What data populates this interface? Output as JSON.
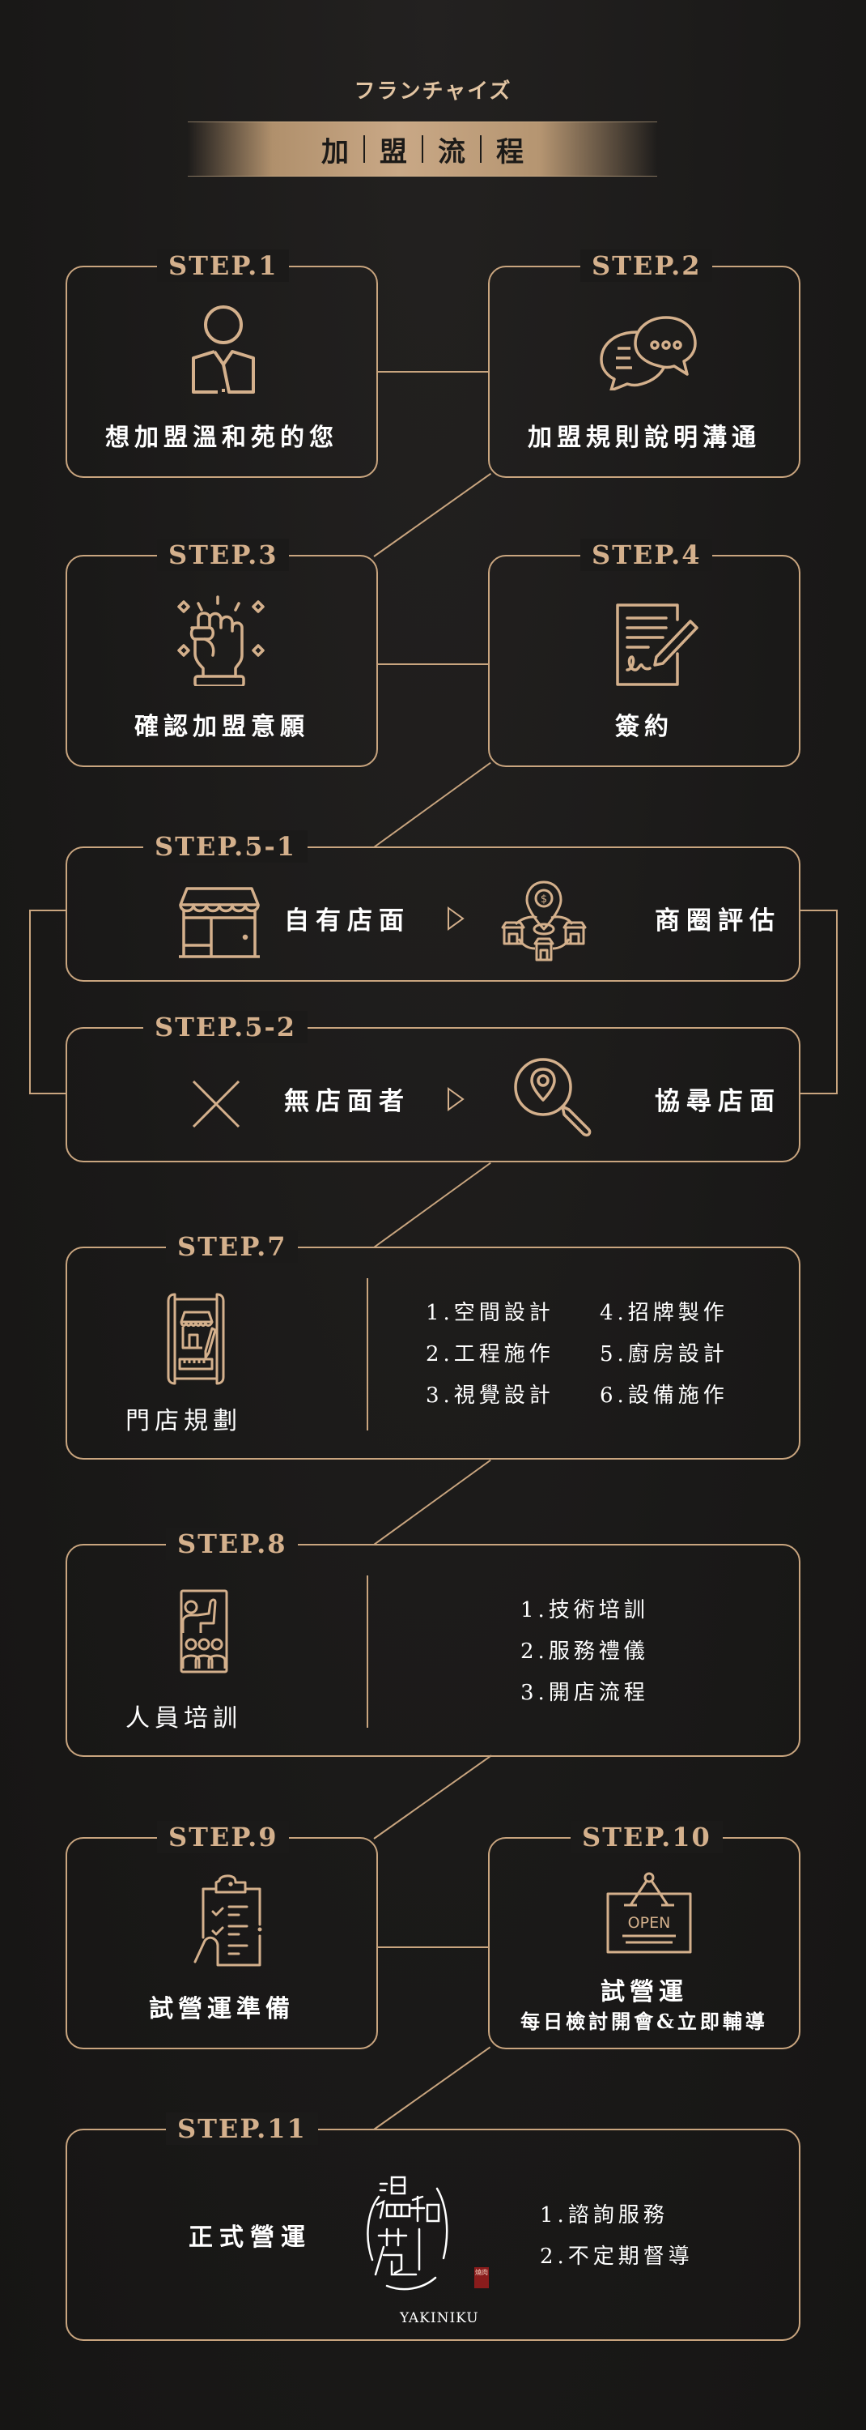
{
  "header": {
    "kicker": "フランチャイズ",
    "banner_chars": [
      "加",
      "盟",
      "流",
      "程"
    ]
  },
  "colors": {
    "background": "#1b1a19",
    "gold": "#c9a57f",
    "gold_text": "#d4b08c",
    "text": "#ffffff",
    "seal_red": "#8a1c1c"
  },
  "steps": {
    "s1": {
      "label": "STEP.1",
      "title": "想加盟溫和苑的您",
      "icon": "person-icon"
    },
    "s2": {
      "label": "STEP.2",
      "title": "加盟規則說明溝通",
      "icon": "chat-bubbles-icon"
    },
    "s3": {
      "label": "STEP.3",
      "title": "確認加盟意願",
      "icon": "raised-fist-icon"
    },
    "s4": {
      "label": "STEP.4",
      "title": "簽約",
      "icon": "signed-contract-icon"
    },
    "s5_1": {
      "label": "STEP.5-1",
      "left_text": "自有店面",
      "right_text": "商圈評估",
      "left_icon": "storefront-icon",
      "right_icon": "location-dollar-network-icon"
    },
    "s5_2": {
      "label": "STEP.5-2",
      "left_text": "無店面者",
      "right_text": "協尋店面",
      "left_icon": "cross-icon",
      "right_icon": "search-location-icon"
    },
    "s7": {
      "label": "STEP.7",
      "title": "門店規劃",
      "icon": "store-blueprint-icon",
      "items_col1": [
        "1.空間設計",
        "2.工程施作",
        "3.視覺設計"
      ],
      "items_col2": [
        "4.招牌製作",
        "5.廚房設計",
        "6.設備施作"
      ]
    },
    "s8": {
      "label": "STEP.8",
      "title": "人員培訓",
      "icon": "classroom-training-icon",
      "items": [
        "1.技術培訓",
        "2.服務禮儀",
        "3.開店流程"
      ]
    },
    "s9": {
      "label": "STEP.9",
      "title": "試營運準備",
      "icon": "clipboard-checklist-icon"
    },
    "s10": {
      "label": "STEP.10",
      "title": "試營運",
      "subtitle": "每日檢討開會&立即輔導",
      "icon": "open-sign-icon",
      "sign_text": "OPEN"
    },
    "s11": {
      "label": "STEP.11",
      "title": "正式營運",
      "logo_chars": "溫和苑",
      "logo_sub": "YAKINIKU",
      "seal_text": "燒肉",
      "items": [
        "1.諮詢服務",
        "2.不定期督導"
      ]
    }
  },
  "arrow_glyph": "▷"
}
